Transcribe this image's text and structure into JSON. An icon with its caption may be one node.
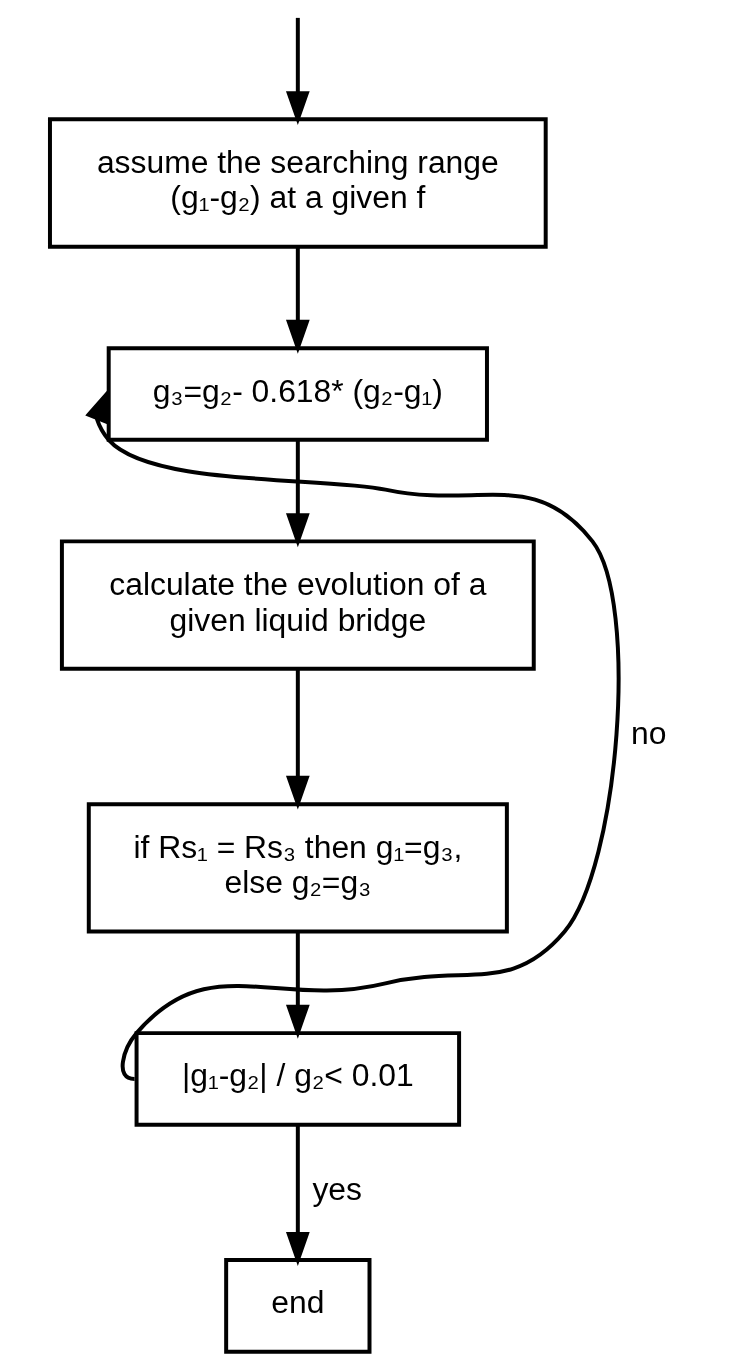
{
  "diagram": {
    "nodes": [
      {
        "text": [
          "assume the searching range (g₁-g₂) at a given f"
        ]
      },
      {
        "text": [
          "g₃=g₂- 0.618* (g₂-g₁)"
        ]
      },
      {
        "text": [
          "calculate the evolution of a given liquid bridge"
        ]
      },
      {
        "text": [
          "if Rs₁ = Rs₃ then g₁=g₃, else g₂=g₃"
        ]
      },
      {
        "text": [
          "|g₁-g₂| / g₂< 0.01"
        ]
      },
      {
        "text": [
          "end"
        ]
      }
    ],
    "edges": [
      {
        "from": null,
        "to": 0,
        "arrow": "to"
      },
      {
        "from": 0,
        "to": 1,
        "arrow": "to"
      },
      {
        "from": 1,
        "to": 2,
        "arrow": "to"
      },
      {
        "from": 2,
        "to": 3,
        "arrow": "to"
      },
      {
        "from": 3,
        "to": 4,
        "arrow": "to"
      },
      {
        "from": 4,
        "to": 1,
        "arrow": "to",
        "label": "no"
      },
      {
        "from": 4,
        "to": 5,
        "arrow": "to",
        "label": "yes"
      }
    ]
  }
}
